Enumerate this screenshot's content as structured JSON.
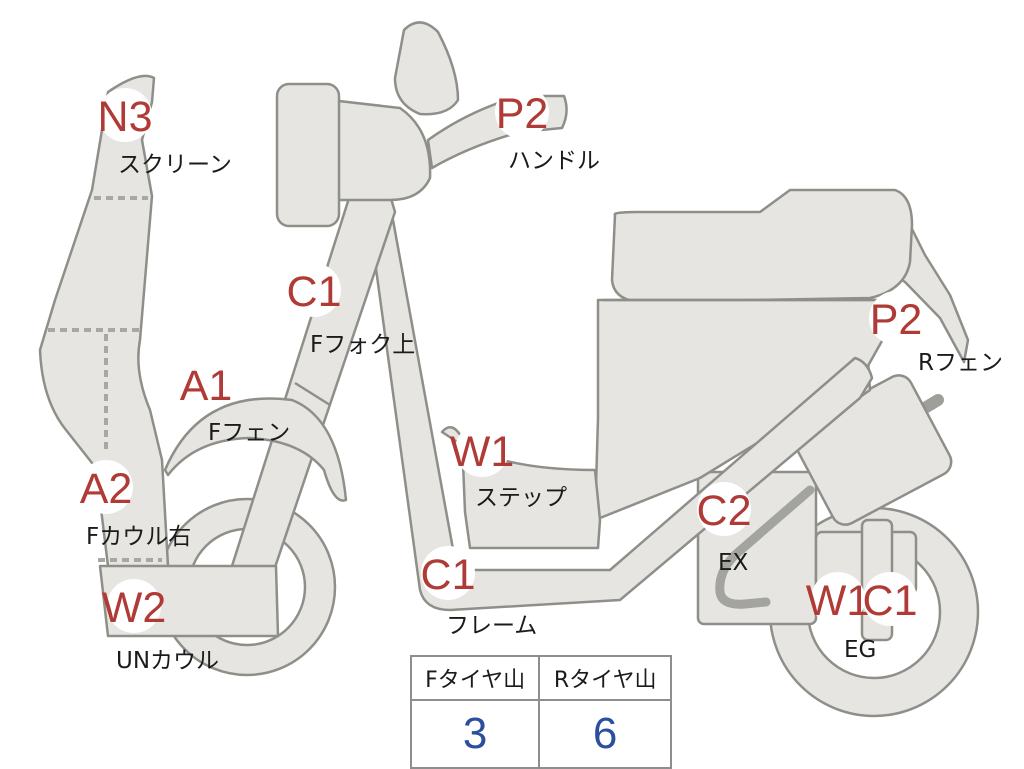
{
  "parts": [
    {
      "code": "N3",
      "label": "スクリーン"
    },
    {
      "code": "P2",
      "label": "ハンドル"
    },
    {
      "code": "C1",
      "label": "Fフォク上"
    },
    {
      "code": "A1",
      "label": "Fフェン"
    },
    {
      "code": "W1",
      "label": "ステップ"
    },
    {
      "code": "A2",
      "label": "Fカウル右"
    },
    {
      "code": "W2",
      "label": "UNカウル"
    },
    {
      "code": "C1",
      "label": "フレーム"
    },
    {
      "code": "C2",
      "label": "EX"
    },
    {
      "code": "W1",
      "label": ""
    },
    {
      "code": "C1",
      "label": "EG"
    },
    {
      "code": "P2",
      "label": "Rフェン"
    }
  ],
  "tire_table": {
    "headers": [
      "Fタイヤ山",
      "Rタイヤ山"
    ],
    "values": [
      "3",
      "6"
    ]
  },
  "colors": {
    "code_red": "#b03a36",
    "value_blue": "#2b4f9e",
    "part_fill": "#e6e5e1",
    "part_stroke": "#8f8f8a"
  }
}
